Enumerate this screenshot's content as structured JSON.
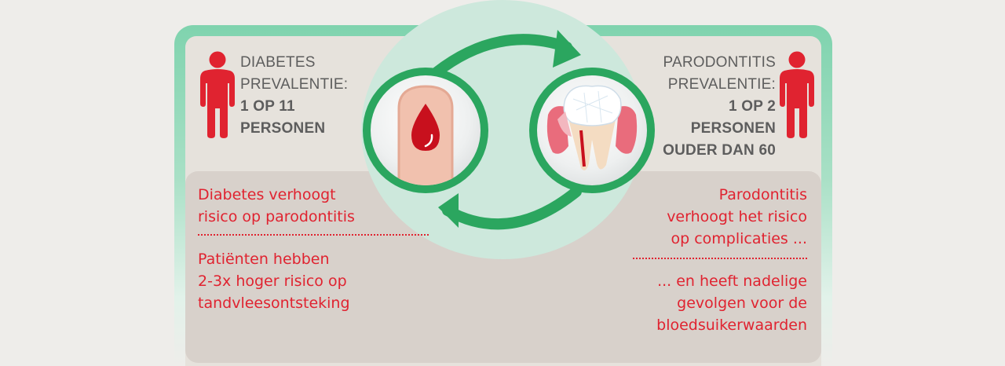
{
  "diabetes": {
    "label_line1": "DIABETES",
    "label_line2": "PREVALENTIE:",
    "value_line1": "1 OP 11",
    "value_line2": "PERSONEN"
  },
  "parodontitis": {
    "label_line1": "PARODONTITIS",
    "label_line2": "PREVALENTIE:",
    "value_line1": "1 OP 2",
    "value_line2": "PERSONEN",
    "value_line3": "OUDER DAN 60"
  },
  "left_text": {
    "block1_line1": "Diabetes verhoogt",
    "block1_line2": "risico op parodontitis",
    "block2_line1": "Patiënten hebben",
    "block2_line2": "2-3x hoger risico op",
    "block2_line3": "tandvleesontsteking"
  },
  "right_text": {
    "block1_line1": "Parodontitis",
    "block1_line2": "verhoogt het risico",
    "block1_line3": "op complicaties ...",
    "block2_line1": "... en heeft nadelige",
    "block2_line2": "gevolgen voor de",
    "block2_line3": "bloedsuikerwaarden"
  },
  "icons": {
    "person": "person-icon",
    "finger_blood": "blood-drop-finger-icon",
    "tooth": "inflamed-tooth-icon",
    "arrow_cycle": "cycle-arrows-icon"
  },
  "colors": {
    "accent_red": "#e02330",
    "accent_green": "#2ba65f",
    "text_gray": "#5d5d5d",
    "panel": "#d8d1cb"
  }
}
